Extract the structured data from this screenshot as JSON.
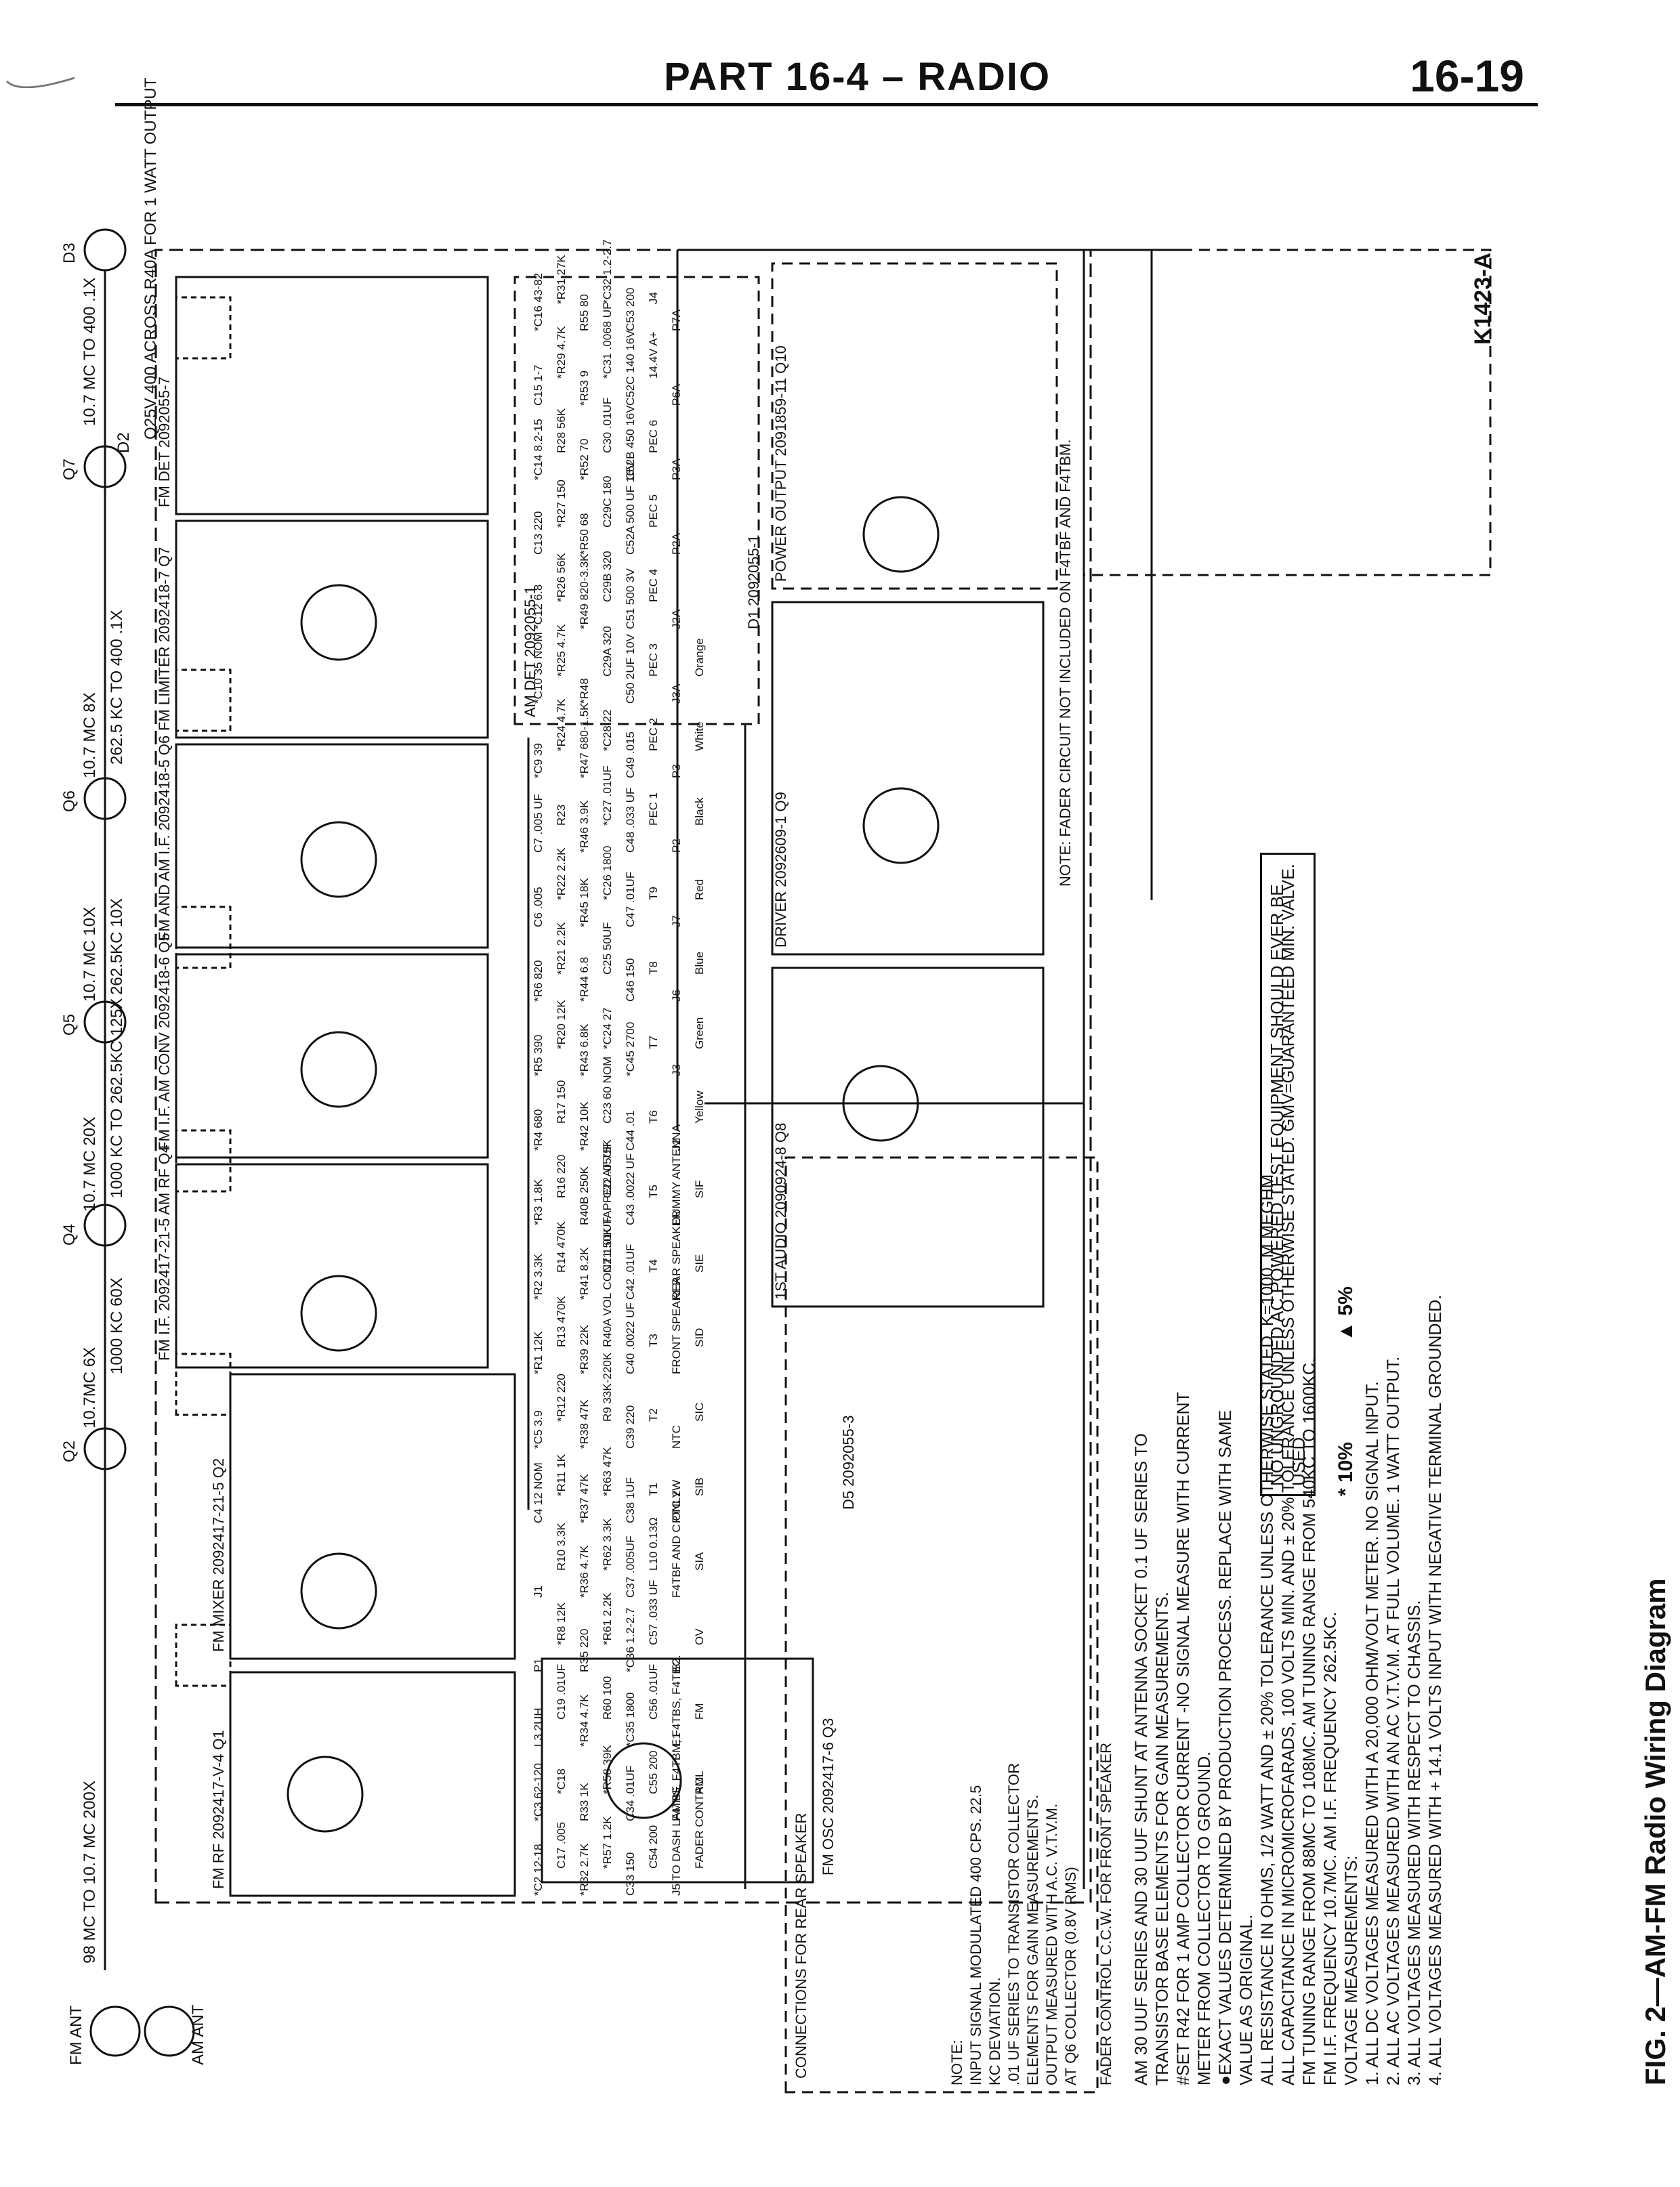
{
  "header": {
    "part_title": "PART 16-4 – RADIO",
    "page_number": "16-19"
  },
  "figure": {
    "caption": "FIG. 2—AM-FM Radio Wiring Diagram",
    "code": "K1423-A"
  },
  "legend": {
    "star": "* 10%",
    "triangle": "▲ 5%"
  },
  "warning_box": "NO UNGROUNDED AC POWERED TEST EQUIPMENT SHOULD EVER BE USED.",
  "fader_note": "NOTE: FADER CIRCUIT NOT INCLUDED ON F4TBF AND F4TBM.",
  "fader_control_note": "FADER CONTROL C.C.W. FOR FRONT SPEAKER",
  "connections_label": "CONNECTIONS FOR REAR SPEAKER",
  "notes": [
    "AM 30 UUF SERIES AND 30 UUF SHUNT AT ANTENNA SOCKET 0.1 UF SERIES TO",
    "TRANSISTOR BASE ELEMENTS FOR GAIN MEASUREMENTS.",
    "#SET R42 FOR 1 AMP COLLECTOR CURRENT -NO SIGNAL MEASURE WITH CURRENT",
    "METER FROM COLLECTOR TO GROUND.",
    "●EXACT VALUES DETERMINED BY PRODUCTION PROCESS. REPLACE WITH SAME",
    "VALUE AS ORIGINAL.",
    "ALL RESISTANCE IN OHMS, 1/2 WATT AND ± 20% TOLERANCE UNLESS OTHERWISE STATED. K=1000. M MEGHM.",
    "ALL CAPACITANCE IN MICROMICROFARADS, 100 VOLTS MIN. AND ± 20% TOLERANCE UNLESS OTHERWISE STATED. GMV=GUARANTEED MIN. VALVE.",
    "FM TUNING RANGE FROM 88MC TO 108MC. AM TUNING RANGE FROM 540KC TO 1600KC.",
    "FM I.F. FREQUENCY 10.7MC. AM I.F. FREQUENCY 262.5KC.",
    "VOLTAGE MEASUREMENTS:",
    "1. ALL DC VOLTAGES MEASURED WITH A 20,000 OHM/VOLT METER. NO SIGNAL INPUT.",
    "2. ALL AC VOLTAGES MEASURED WITH AN AC V.T.V.M. AT FULL VOLUME. 1 WATT OUTPUT.",
    "3. ALL VOLTAGES MEASURED WITH RESPECT TO CHASSIS.",
    "4. ALL VOLTAGES MEASURED WITH + 14.1 VOLTS INPUT WITH NEGATIVE TERMINAL GROUNDED."
  ],
  "input_note": [
    "NOTE:",
    "INPUT SIGNAL MODULATED 400 CPS. 22.5",
    "KC DEVIATION.",
    ".01 UF SERIES TO TRANSISTOR COLLECTOR",
    "ELEMENTS FOR GAIN MEASUREMENTS.",
    "OUTPUT MEASURED WITH A.C. V.T.V.M.",
    "AT Q6 COLLECTOR (0.8V RMS)"
  ],
  "top_signal_labels": [
    "FM ANT",
    "AM ANT",
    "98 MC TO 10.7 MC 200X",
    "Q2",
    "10.7MC 6X",
    "1000 KC 60X",
    "Q4",
    "10.7 MC 20X",
    "1000 KC TO 262.5KC 125X",
    "Q5",
    "10.7 MC 10X",
    "262.5KC 10X",
    "Q6",
    "10.7 MC 8X",
    "262.5 KC TO 400 .1X",
    "Q7",
    "D2",
    "10.7 MC TO 400 .1X",
    "D3",
    "Q25V 400 ACROSS R40A FOR 1 WATT OUTPUT"
  ],
  "stage_labels": [
    "FM RF 2092417-V-4 Q1",
    "FM MIXER 2092417-21-5 Q2",
    "FM OSC 2092417-6 Q3",
    "FM I.F. 2092417-21-5 AM RF Q4",
    "FM I.F. AM CONV 2092418-6 Q5",
    "FM AND AM I.F. 2092418-5 Q6",
    "FM LIMITER 2092418-7 Q7",
    "FM DET 2092055-7",
    "AM DET 2092055-1",
    "D1 2092055-1",
    "D5 2092055-3",
    "1ST AUDIO 2090924-8 Q8",
    "DRIVER 2092609-1 Q9",
    "POWER OUTPUT 2091859-11 Q10"
  ],
  "component_labels": [
    "*C2 12-18",
    "*C3 62-120",
    "L3 2UH",
    "P1",
    "J1",
    "C4 12 NOM",
    "*C5 3.9",
    "*R1 12K",
    "*R2 3.3K",
    "*R3 1.8K",
    "*R4 680",
    "*R5 390",
    "*R6 820",
    "C6 .005",
    "C7 .005 UF",
    "*C9 39",
    "*C10 35 NOM",
    "*C12 6.8",
    "C13 220",
    "*C14 8.2-15",
    "C15 1-7",
    "*C16 43-82",
    "C17 .005",
    "*C18",
    "C19 .01UF",
    "*R8 12K",
    "R10 3.3K",
    "*R11 1K",
    "*R12 220",
    "R13 470K",
    "R14 470K",
    "R16 220",
    "R17 150",
    "*R20 12K",
    "*R21 2.2K",
    "*R22 2.2K",
    "R23",
    "*R24 4.7K",
    "*R25 4.7K",
    "*R26 56K",
    "*R27 150",
    "R28 56K",
    "*R29 4.7K",
    "*R31 27K",
    "*R32 2.7K",
    "R33 1K",
    "*R34 4.7K",
    "R35 220",
    "*R36 4.7K",
    "*R37 47K",
    "*R38 47K",
    "*R39 22K",
    "*R41 8.2K",
    "R40B 250K",
    "*R42 10K",
    "*R43 6.8K",
    "*R44 6.8",
    "*R45 18K",
    "*R46 3.9K",
    "*R47 680-1.5K",
    "*R48",
    "*R49 820-3.3K",
    "*R50 68",
    "*R52 70",
    "*R53 9",
    "R55 80",
    "*R57 1.2K",
    "*R58 39K",
    "R60 100",
    "*R61 2.2K",
    "*R62 3.3K",
    "*R63 47K",
    "R9 33K-220K",
    "R40A VOL CONT 150K TAPPED AT 75K",
    "C21 .01UF",
    "C22 .05UF",
    "C23 60 NOM",
    "*C24 27",
    "C25 50UF",
    "*C26 1800",
    "*C27 .01UF",
    "*C28 22",
    "C29A 320",
    "C29B 320",
    "C29C 180",
    "C30 .01UF",
    "*C31 .0068 UF",
    "*C32 1.2-2.7",
    "C33 150",
    "C34 .01UF",
    "*C35 1800",
    "*C36 1.2-2.7",
    "C37 .005UF",
    "C38 1UF",
    "C39 220",
    "C40 .0022 UF",
    "C42 .01UF",
    "C43 .0022 UF",
    "C44 .01",
    "*C45 2700",
    "C46 150",
    "C47 .01UF",
    "C48 .033 UF",
    "C49 .015",
    "C50 2UF 10V",
    "C51 500 3V",
    "C52A 500 UF 16V",
    "C52B 450 16V",
    "C52C 140 16V",
    "C53 200",
    "C54 200",
    "C55 200",
    "C56 .01UF",
    "C57 .033 UF",
    "L10 0.13Ω",
    "T1",
    "T2",
    "T3",
    "T4",
    "T5",
    "T6",
    "T7",
    "T8",
    "T9",
    "PEC 1",
    "PEC 2",
    "PEC 3",
    "PEC 4",
    "PEC 5",
    "PEC 6",
    "14.4V A+",
    "J4",
    "J5 TO DASH LAMPS",
    "F4TBF, F4TBM, F4TBS, F4TBC.",
    "E1",
    "E2",
    "F4TBF AND C ONLY",
    "PTC 2W",
    "NTC",
    "FRONT SPEAKER",
    "REAR SPEAKER",
    "DUMMY ANTENNA",
    "J2",
    "J3",
    "J6",
    "J7",
    "P2",
    "P3",
    "J3A",
    "J2A",
    "P2A",
    "P3A",
    "P6A",
    "P7A",
    "FADER CONTROL",
    "AM",
    "FM",
    "OV",
    "SIA",
    "SIB",
    "SIC",
    "SID",
    "SIE",
    "SIF",
    "Yellow",
    "Green",
    "Blue",
    "Red",
    "Black",
    "White",
    "Orange"
  ]
}
